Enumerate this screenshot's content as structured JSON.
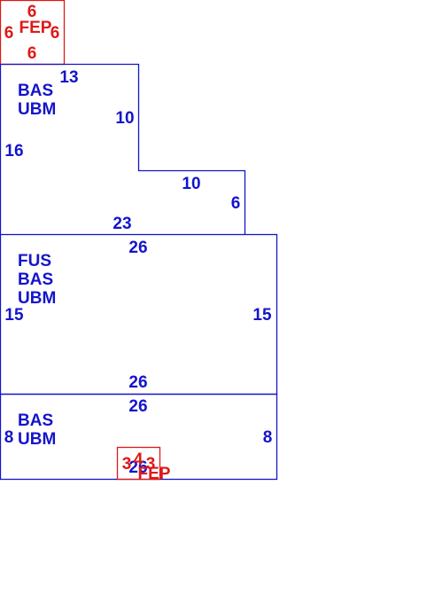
{
  "colors": {
    "main": "#1414cc",
    "porch": "#e01818",
    "background": "#ffffff"
  },
  "areas": {
    "porch_top": {
      "code": "FEP",
      "dims": [
        "6",
        "6",
        "6",
        "6"
      ]
    },
    "main_upper": {
      "codes": [
        "BAS",
        "UBM"
      ],
      "dims": [
        "13",
        "10",
        "16",
        "10",
        "6",
        "23"
      ]
    },
    "main_middle": {
      "codes": [
        "FUS",
        "BAS",
        "UBM"
      ],
      "dims": [
        "26",
        "15",
        "15",
        "26"
      ]
    },
    "main_lower": {
      "codes": [
        "BAS",
        "UBM"
      ],
      "dims": [
        "26",
        "8",
        "8",
        "26"
      ]
    },
    "porch_bottom": {
      "code": "FEP",
      "dims": [
        "3",
        "3",
        "4"
      ]
    }
  }
}
